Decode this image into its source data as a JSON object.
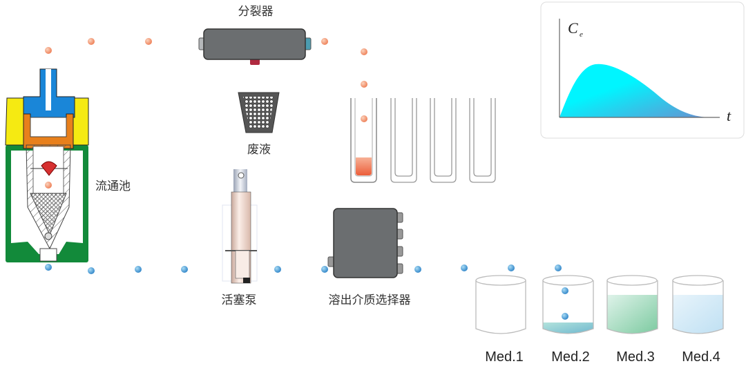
{
  "labels": {
    "splitter": "分裂器",
    "waste": "废液",
    "flow_cell": "流通池",
    "piston_pump": "活塞泵",
    "medium_selector": "溶出介质选择器"
  },
  "media": [
    {
      "label": "Med.1",
      "fill_level": 0
    },
    {
      "label": "Med.2",
      "fill_level": 0.22
    },
    {
      "label": "Med.3",
      "fill_level": 0.75
    },
    {
      "label": "Med.4",
      "fill_level": 0.75
    }
  ],
  "inset_chart": {
    "y_label": "C",
    "y_label_sub": "e",
    "x_label": "t"
  },
  "colors": {
    "sample_dot": "#f08a60",
    "medium_dot": "#3a8fd0",
    "device_body": "#6b6e70",
    "curve_start": "#00f5ff",
    "curve_end": "#6a8fd0"
  }
}
